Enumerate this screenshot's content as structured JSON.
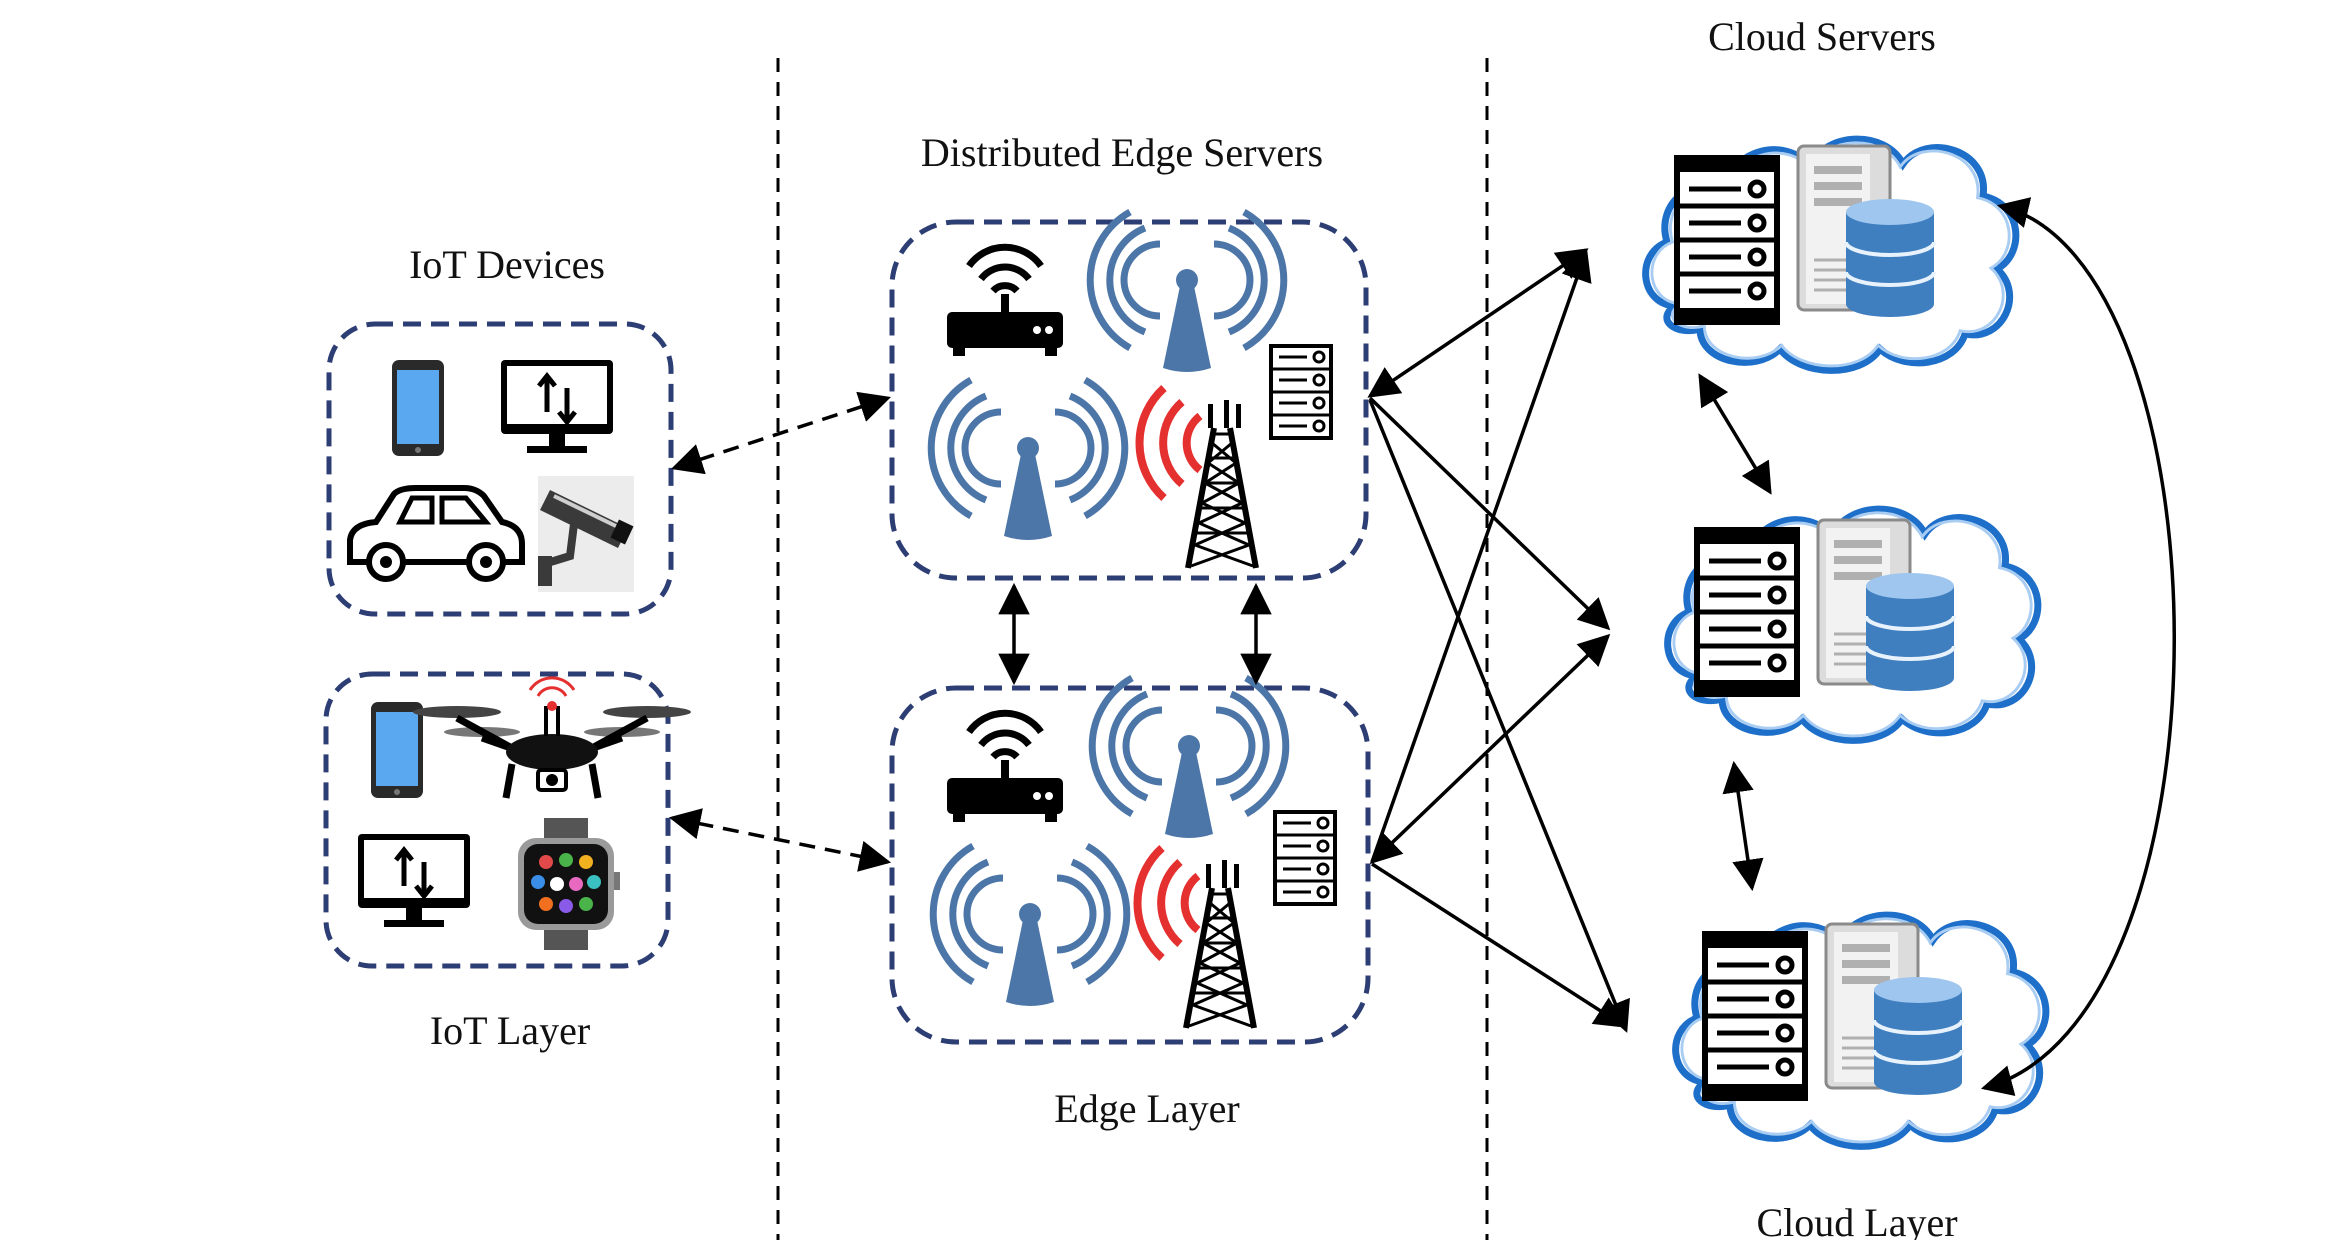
{
  "labels": {
    "iot_devices": "IoT Devices",
    "iot_layer": "IoT Layer",
    "edge_servers": "Distributed Edge Servers",
    "edge_layer": "Edge Layer",
    "cloud_servers": "Cloud Servers",
    "cloud_layer": "Cloud Layer"
  },
  "colors": {
    "dashed_box": "#2c3e73",
    "signal_blue": "#4d76a8",
    "signal_red": "#e53030",
    "cloud_outline": "#1e6fc9",
    "phone_blue": "#5aa8f0",
    "database_blue": "#3f7fc0"
  },
  "icons": {
    "iot_group_1": [
      "smartphone-icon",
      "monitor-icon",
      "car-icon",
      "security-camera-icon"
    ],
    "iot_group_2": [
      "smartphone-icon",
      "drone-icon",
      "monitor-icon",
      "smartwatch-icon"
    ],
    "edge_node": [
      "router-icon",
      "antenna-icon",
      "antenna-icon",
      "cell-tower-icon",
      "server-rack-icon"
    ],
    "cloud_node": [
      "server-rack-icon",
      "tower-server-icon",
      "database-icon"
    ]
  }
}
